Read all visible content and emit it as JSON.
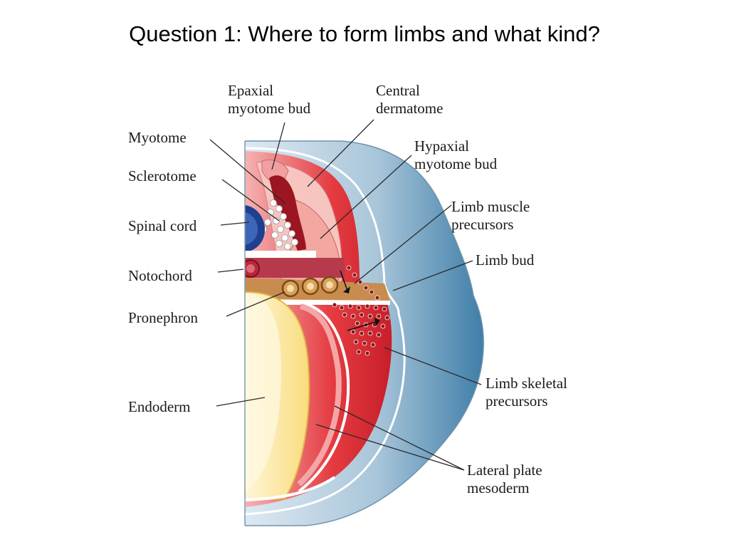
{
  "slide": {
    "title": "Question 1: Where to form limbs and what kind?"
  },
  "diagram": {
    "labels": {
      "epaxial": [
        "Epaxial",
        "myotome bud"
      ],
      "central": [
        "Central",
        "dermatome"
      ],
      "myotome": "Myotome",
      "sclerotome": "Sclerotome",
      "hypaxial": [
        "Hypaxial",
        "myotome bud"
      ],
      "spinal_cord": "Spinal cord",
      "limb_muscle": [
        "Limb muscle",
        "precursors"
      ],
      "notochord": "Notochord",
      "limb_bud": "Limb bud",
      "pronephron": "Pronephron",
      "limb_skeletal": [
        "Limb skeletal",
        "precursors"
      ],
      "endoderm": "Endoderm",
      "lateral_plate": [
        "Lateral plate",
        "mesoderm"
      ]
    },
    "colors": {
      "ectoderm_light": "#c9dce8",
      "ectoderm_dark": "#4a86ad",
      "mesoderm_red": "#e3303a",
      "mesoderm_pink": "#f2a0a0",
      "endoderm_yellow": "#fbe7a0",
      "somite_dots": "#8b1a1a"
    }
  }
}
